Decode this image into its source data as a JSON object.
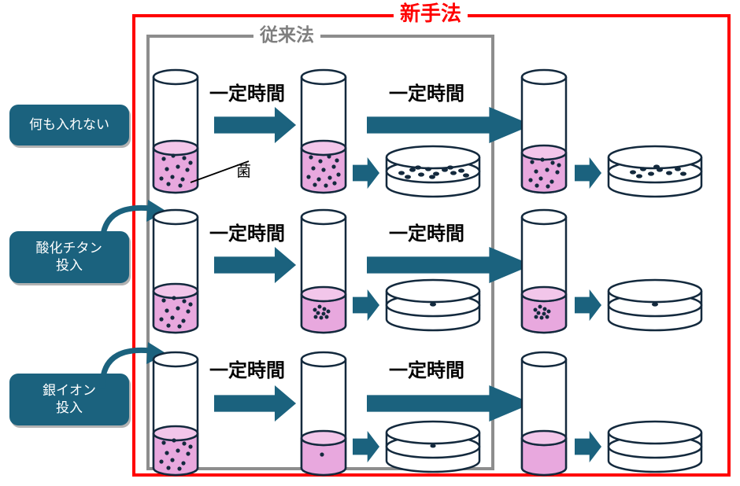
{
  "diagram": {
    "frames": {
      "new_method_label": "新手法",
      "conventional_label": "従来法",
      "new_method_color": "#ff0000",
      "conventional_color": "#7f7f7f"
    },
    "accent_color": "#1b627e",
    "liquid_color": "#e8a8de",
    "liquid_top_color": "#f2c6ea",
    "bacteria_color": "#13293d",
    "annotation": {
      "bacteria_label": "菌"
    },
    "conditions": [
      {
        "id": "control",
        "label_line1": "何も入れない",
        "label_line2": ""
      },
      {
        "id": "tio2",
        "label_line1": "酸化チタン",
        "label_line2": "投入"
      },
      {
        "id": "silver",
        "label_line1": "銀イオン",
        "label_line2": "投入"
      }
    ],
    "time_labels": {
      "step1": "一定時間",
      "step2": "一定時間"
    },
    "rows": [
      {
        "condition": "control",
        "time_label_1": "一定時間",
        "time_label_2": "一定時間",
        "tube_start_bacteria": 12,
        "tube_mid_bacteria": 14,
        "dish_conventional_bacteria": 13,
        "tube_new_bacteria": 12,
        "dish_new_bacteria": 9
      },
      {
        "condition": "tio2",
        "time_label_1": "一定時間",
        "time_label_2": "一定時間",
        "tube_start_bacteria": 12,
        "tube_mid_bacteria": 9,
        "dish_conventional_bacteria": 1,
        "tube_new_bacteria": 9,
        "dish_new_bacteria": 1
      },
      {
        "condition": "silver",
        "time_label_1": "一定時間",
        "time_label_2": "一定時間",
        "tube_start_bacteria": 12,
        "tube_mid_bacteria": 1,
        "dish_conventional_bacteria": 1,
        "tube_new_bacteria": 0,
        "dish_new_bacteria": 0
      }
    ]
  }
}
